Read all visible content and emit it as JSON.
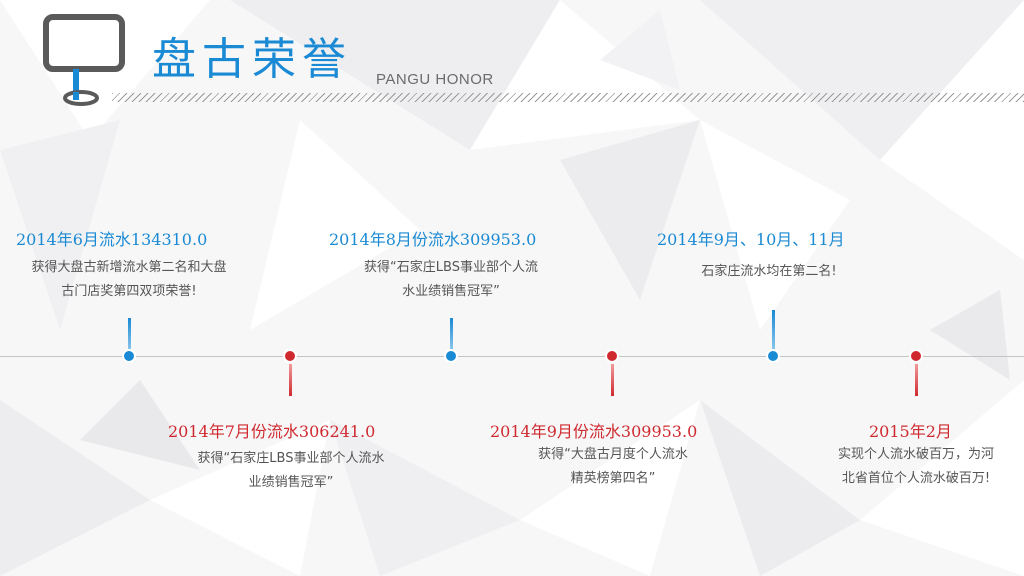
{
  "header": {
    "title": "盘古荣誉",
    "subtitle": "PANGU HONOR"
  },
  "colors": {
    "blue": "#1a8ad4",
    "red": "#cf2a2f",
    "line": "#c4c4c4",
    "text": "#555555"
  },
  "events": [
    {
      "title": "2014年6月流水134310.0",
      "desc1": "获得大盘古新增流水第二名和大盘",
      "desc2": "古门店奖第四双项荣誉!",
      "color": "blue",
      "side": "top"
    },
    {
      "title": "2014年7月份流水306241.0",
      "desc1": "获得“石家庄LBS事业部个人流水",
      "desc2": "业绩销售冠军”",
      "color": "red",
      "side": "bottom"
    },
    {
      "title": "2014年8月份流水309953.0",
      "desc1": "获得“石家庄LBS事业部个人流",
      "desc2": "水业绩销售冠军”",
      "color": "blue",
      "side": "top"
    },
    {
      "title": "2014年9月份流水309953.0",
      "desc1": "获得“大盘古月度个人流水",
      "desc2": "精英榜第四名”",
      "color": "red",
      "side": "bottom"
    },
    {
      "title": "2014年9月、10月、11月",
      "desc1": "石家庄流水均在第二名!",
      "desc2": "",
      "color": "blue",
      "side": "top"
    },
    {
      "title": "2015年2月",
      "desc1": "实现个人流水破百万，为河",
      "desc2": "北省首位个人流水破百万!",
      "color": "red",
      "side": "bottom"
    }
  ]
}
